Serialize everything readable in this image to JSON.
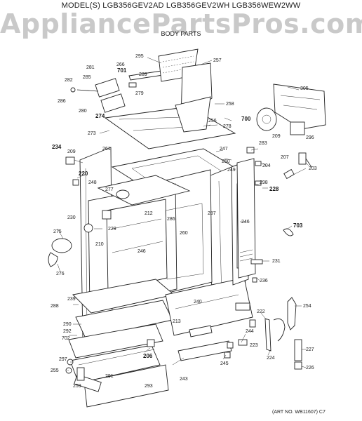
{
  "header": {
    "models": "MODEL(S) LGB356GEV2AD  LGB356GEV2WH  LGB356WEW2WW",
    "watermark": "AppliancePartsPros.com",
    "section": "BODY PARTS"
  },
  "footer": {
    "art_no": "(ART NO. WB11607) C7"
  },
  "callouts": [
    {
      "label": "295"
    },
    {
      "label": "257"
    },
    {
      "label": "281"
    },
    {
      "label": "266"
    },
    {
      "label": "285"
    },
    {
      "label": "701"
    },
    {
      "label": "289"
    },
    {
      "label": "282"
    },
    {
      "label": "279"
    },
    {
      "label": "286"
    },
    {
      "label": "280"
    },
    {
      "label": "274"
    },
    {
      "label": "305"
    },
    {
      "label": "258"
    },
    {
      "label": "700"
    },
    {
      "label": "273"
    },
    {
      "label": "256"
    },
    {
      "label": "278"
    },
    {
      "label": "209"
    },
    {
      "label": "296"
    },
    {
      "label": "234"
    },
    {
      "label": "209"
    },
    {
      "label": "261"
    },
    {
      "label": "247"
    },
    {
      "label": "283"
    },
    {
      "label": "220"
    },
    {
      "label": "250"
    },
    {
      "label": "204"
    },
    {
      "label": "207"
    },
    {
      "label": "249"
    },
    {
      "label": "203"
    },
    {
      "label": "277"
    },
    {
      "label": "298"
    },
    {
      "label": "228"
    },
    {
      "label": "248"
    },
    {
      "label": "212"
    },
    {
      "label": "246"
    },
    {
      "label": "230"
    },
    {
      "label": "286"
    },
    {
      "label": "287"
    },
    {
      "label": "229"
    },
    {
      "label": "703"
    },
    {
      "label": "275"
    },
    {
      "label": "260"
    },
    {
      "label": "210"
    },
    {
      "label": "246"
    },
    {
      "label": "276"
    },
    {
      "label": "231"
    },
    {
      "label": "236"
    },
    {
      "label": "239"
    },
    {
      "label": "288"
    },
    {
      "label": "240"
    },
    {
      "label": "222"
    },
    {
      "label": "254"
    },
    {
      "label": "290"
    },
    {
      "label": "213"
    },
    {
      "label": "292"
    },
    {
      "label": "244"
    },
    {
      "label": "702"
    },
    {
      "label": "223"
    },
    {
      "label": "206"
    },
    {
      "label": "227"
    },
    {
      "label": "297"
    },
    {
      "label": "224"
    },
    {
      "label": "255"
    },
    {
      "label": "291"
    },
    {
      "label": "245"
    },
    {
      "label": "226"
    },
    {
      "label": "259"
    },
    {
      "label": "293"
    },
    {
      "label": "243"
    }
  ]
}
